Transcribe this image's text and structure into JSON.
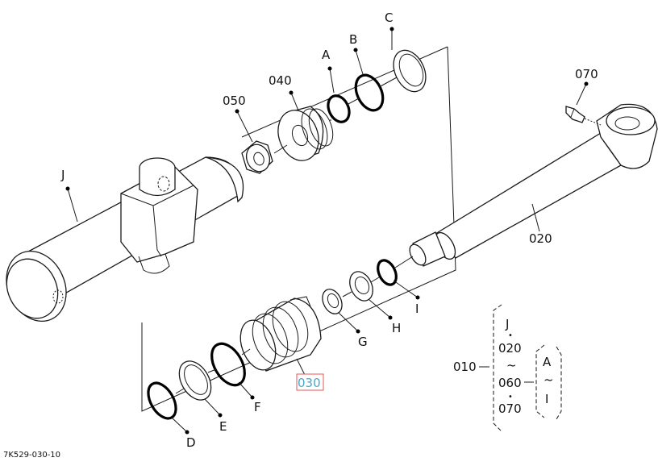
{
  "parts": {
    "c": "C",
    "b": "B",
    "a": "A",
    "p040": "040",
    "p050": "050",
    "j": "J",
    "p070": "070",
    "p020": "020",
    "i": "I",
    "h": "H",
    "g": "G",
    "p030": "030",
    "f": "F",
    "e": "E",
    "d": "D"
  },
  "legend": {
    "assembly": "010",
    "outer": [
      "J",
      "•",
      "020",
      "~",
      "060",
      "•",
      "070"
    ],
    "inner": [
      "A",
      "~",
      "I"
    ]
  },
  "drawing_number": "7K529-030-10",
  "colors": {
    "highlight_box": "#e25a5a",
    "highlight_text": "#4aa8c8"
  }
}
